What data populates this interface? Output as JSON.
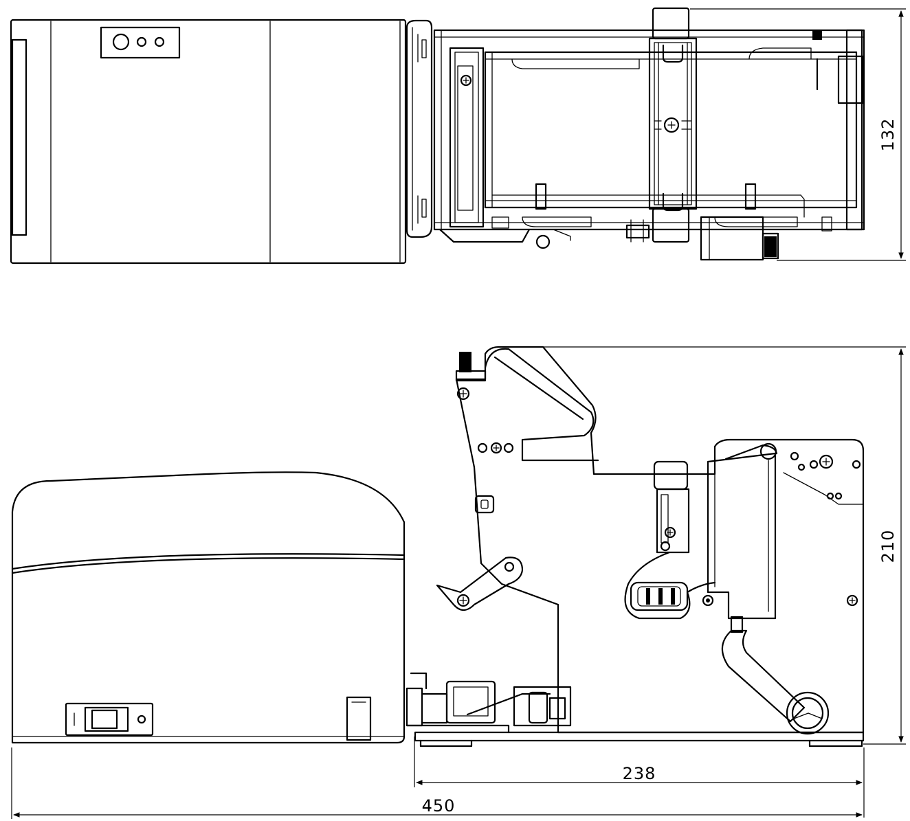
{
  "dimensions": {
    "top_view_depth": "132",
    "side_view_height": "210",
    "unwinder_length": "238",
    "overall_length": "450"
  }
}
